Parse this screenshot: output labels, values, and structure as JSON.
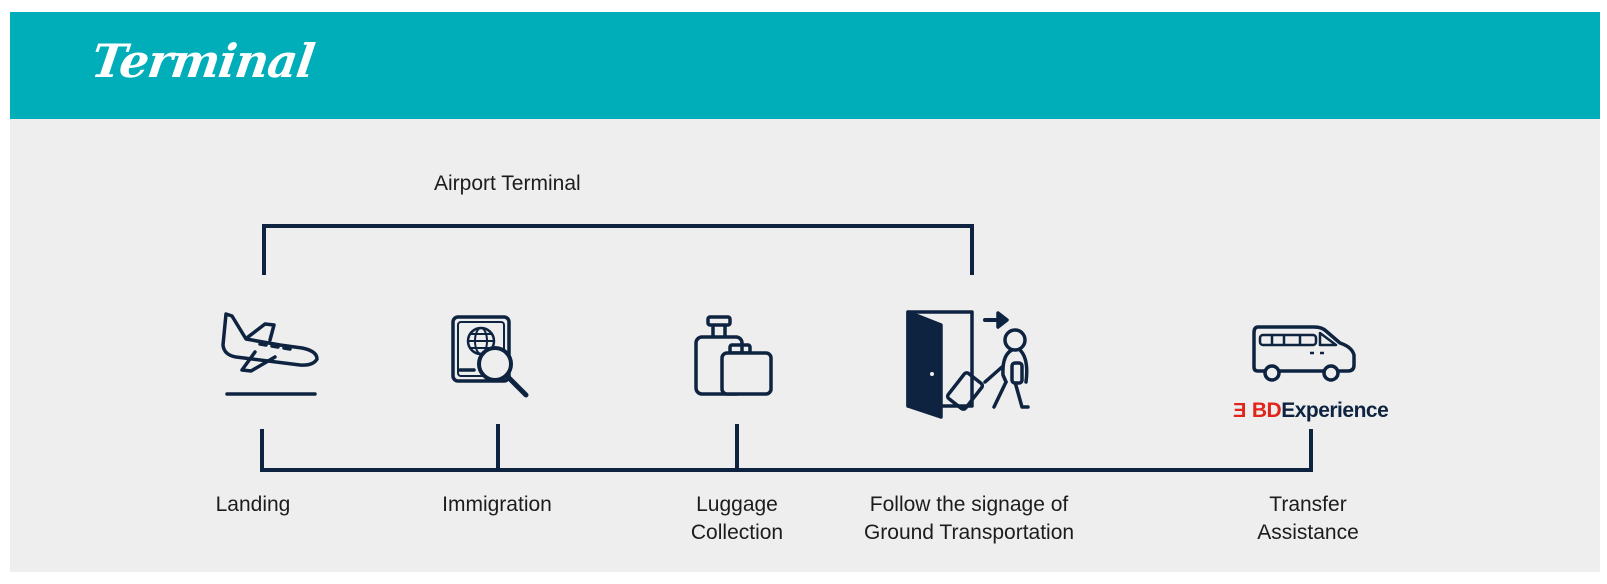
{
  "header": {
    "title": "Terminal",
    "background_color": "#00aeba"
  },
  "diagram": {
    "group_label": "Airport Terminal",
    "line_color": "#0e2340",
    "steps": [
      {
        "label": "Landing",
        "icon": "airplane-landing-icon"
      },
      {
        "label": "Immigration",
        "icon": "passport-search-icon"
      },
      {
        "label": "Luggage\nCollection",
        "icon": "luggage-icon"
      },
      {
        "label": "Follow the signage of\nGround Transportation",
        "icon": "exit-door-traveler-icon"
      },
      {
        "label": "Transfer\nAssistance",
        "icon": "van-icon"
      }
    ]
  },
  "brand": {
    "mark": "Ǝ",
    "bd": "BD",
    "experience": "Experience",
    "primary_color": "#e1251b",
    "secondary_color": "#0e2340"
  }
}
